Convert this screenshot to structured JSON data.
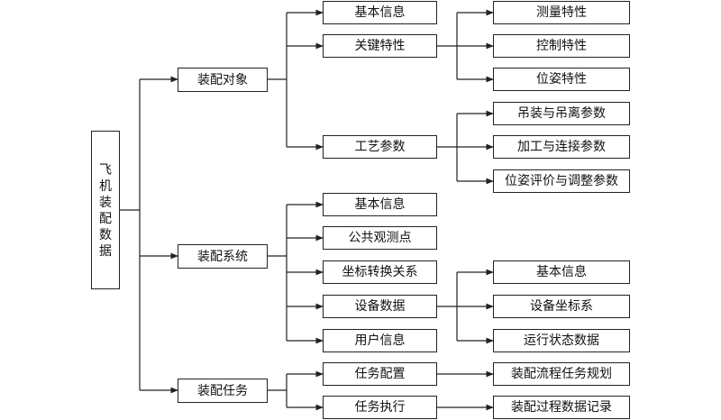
{
  "root": {
    "label_chars": [
      "飞",
      "机",
      "装",
      "配",
      "数",
      "据"
    ]
  },
  "level1": {
    "assembly_object": "装配对象",
    "assembly_system": "装配系统",
    "assembly_task": "装配任务"
  },
  "object": {
    "basic_info": "基本信息",
    "key_features": "关键特性",
    "process_params": "工艺参数"
  },
  "key_features": {
    "measurement": "测量特性",
    "control": "控制特性",
    "pose": "位姿特性"
  },
  "process_params": {
    "lifting": "吊装与吊离参数",
    "machining": "加工与连接参数",
    "pose_eval": "位姿评价与调整参数"
  },
  "system": {
    "basic_info": "基本信息",
    "common_points": "公共观测点",
    "coord_transform": "坐标转换关系",
    "equipment_data": "设备数据",
    "user_info": "用户信息"
  },
  "equipment": {
    "basic_info": "基本信息",
    "coord_system": "设备坐标系",
    "runtime_state": "运行状态数据"
  },
  "task": {
    "config": "任务配置",
    "execution": "任务执行"
  },
  "task_leaves": {
    "flow_planning": "装配流程任务规划",
    "process_record": "装配过程数据记录"
  }
}
